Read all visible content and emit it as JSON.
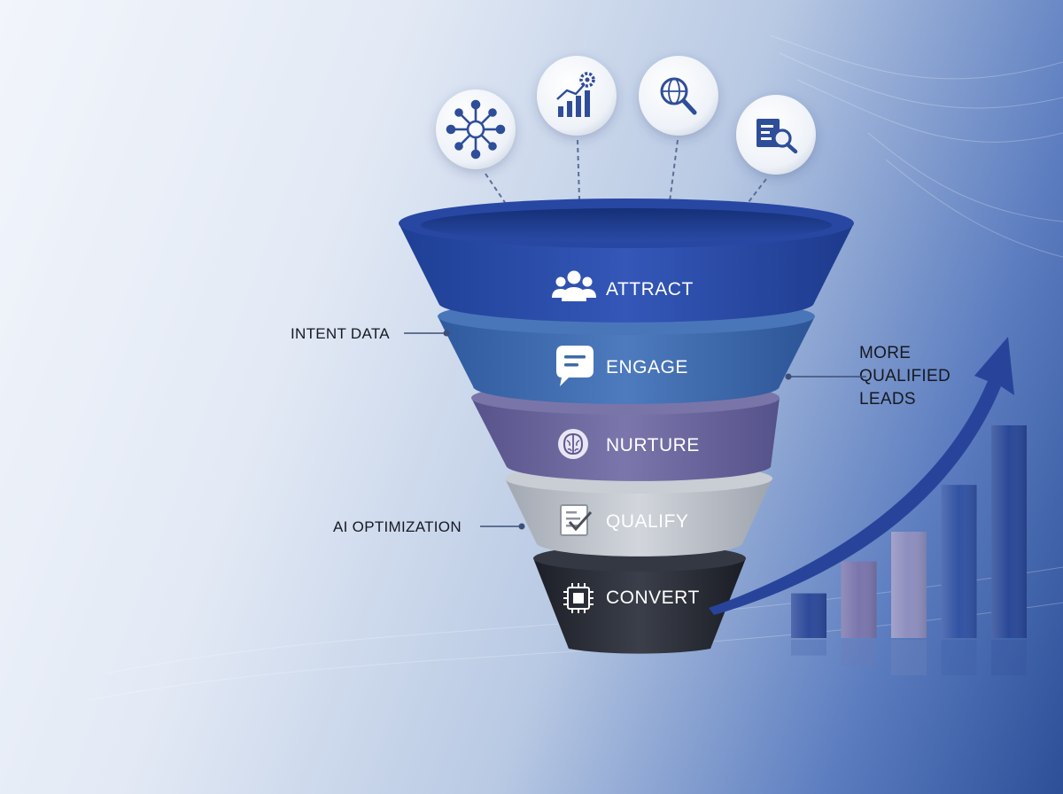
{
  "funnel": {
    "stages": [
      {
        "label": "ATTRACT",
        "icon": "users-icon",
        "color": "#2b4ea8"
      },
      {
        "label": "ENGAGE",
        "icon": "chat-bubble-icon",
        "color": "#3d6aaa"
      },
      {
        "label": "NURTURE",
        "icon": "brain-icon",
        "color": "#6a6598"
      },
      {
        "label": "QUALIFY",
        "icon": "checklist-icon",
        "color": "#b9bec7"
      },
      {
        "label": "CONVERT",
        "icon": "chip-icon",
        "color": "#2a2d36"
      }
    ]
  },
  "inputs": {
    "icons": [
      "network-nodes-icon",
      "analytics-gear-icon",
      "globe-search-icon",
      "document-search-icon"
    ]
  },
  "callouts": {
    "intent_data": "INTENT DATA",
    "ai_optimization": "AI OPTIMIZATION",
    "more_leads": [
      "MORE",
      "QUALIFIED",
      "LEADS"
    ]
  },
  "growth_chart": {
    "bar_levels": [
      0.21,
      0.36,
      0.5,
      0.72,
      1.0
    ],
    "bar_colors": [
      "#2d4a9a",
      "#7a76ad",
      "#8e8ebf",
      "#3252a3",
      "#2a4897"
    ],
    "trend": "rising-arrow"
  }
}
